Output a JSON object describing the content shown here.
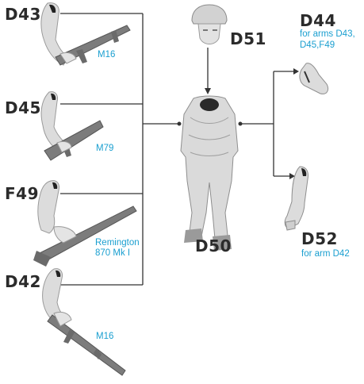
{
  "labels": {
    "d43": "D43",
    "d45": "D45",
    "f49": "F49",
    "d42": "D42",
    "d51": "D51",
    "d50": "D50",
    "d44": "D44",
    "d52": "D52"
  },
  "notes": {
    "d43": "M16",
    "d45": "M79",
    "f49_line1": "Remington",
    "f49_line2": "870 Mk I",
    "d42": "M16",
    "d44_line1": "for arms D43,",
    "d44_line2": "D45,F49",
    "d52": "for arm D42"
  },
  "colors": {
    "label": "#2b2b2b",
    "note": "#1a9fd0",
    "line": "#333333",
    "part_light": "#e6e6e6",
    "part_dark": "#8a8a8a"
  }
}
